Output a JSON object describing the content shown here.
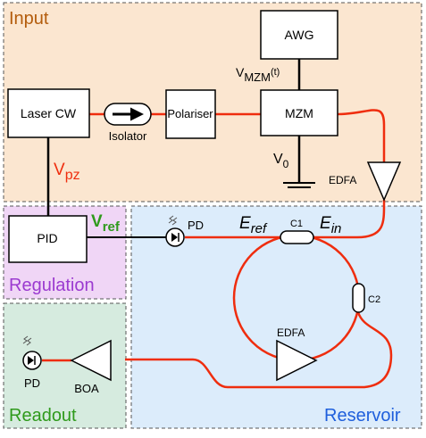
{
  "regions": {
    "input": "Input",
    "regulation": "Regulation",
    "readout": "Readout",
    "reservoir": "Reservoir"
  },
  "blocks": {
    "awg": "AWG",
    "laser": "Laser CW",
    "polariser": "Polariser",
    "mzm": "MZM",
    "pid": "PID"
  },
  "labels": {
    "isolator": "Isolator",
    "vmzm_main": "V",
    "vmzm_sub": "MZM",
    "vmzm_tail": "(t)",
    "v0_main": "V",
    "v0_sub": "0",
    "vpz_main": "V",
    "vpz_sub": "pz",
    "vref_main": "V",
    "vref_sub": "ref",
    "edfa_input": "EDFA",
    "edfa_loop": "EDFA",
    "pd_regulation": "PD",
    "pd_readout": "PD",
    "boa": "BOA",
    "c1": "C1",
    "c2": "C2",
    "eref_main": "E",
    "eref_sub": "ref",
    "ein_main": "E",
    "ein_sub": "in"
  },
  "colors": {
    "input_bg": "#fbe6d0",
    "regulation_bg": "#f0d6f6",
    "readout_bg": "#d6ebdf",
    "reservoir_bg": "#dcecfb",
    "input_text": "#b35c0c",
    "regulation_text": "#9b3ad0",
    "readout_text": "#2f9a1c",
    "reservoir_text": "#1f5fdc",
    "fiber": "#ef2d0e",
    "vref_text": "#2f9a1c",
    "vpz_text": "#ef2d0e"
  }
}
